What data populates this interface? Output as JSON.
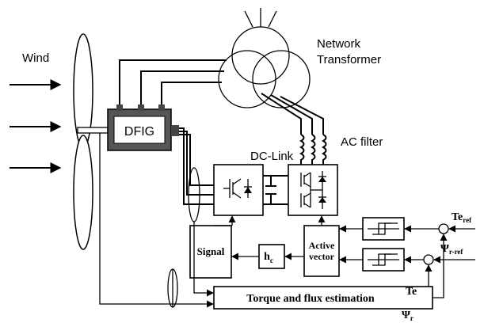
{
  "labels": {
    "wind": "Wind",
    "dfig": "DFIG",
    "network_transformer_line1": "Network",
    "network_transformer_line2": "Transformer",
    "dc_link": "DC-Link",
    "ac_filter": "AC filter",
    "signal": "Signal",
    "hc_base": "h",
    "hc_sub": "c",
    "active_vector_line1": "Active",
    "active_vector_line2": "vector",
    "torque_flux_estimation": "Torque and flux estimation",
    "te_ref_base": "Te",
    "te_ref_sub": "ref",
    "psi_ref_base": "Ψ",
    "psi_ref_sub": "r-ref",
    "te": "Te",
    "psi_r_base": "Ψ",
    "psi_r_sub": "r"
  }
}
